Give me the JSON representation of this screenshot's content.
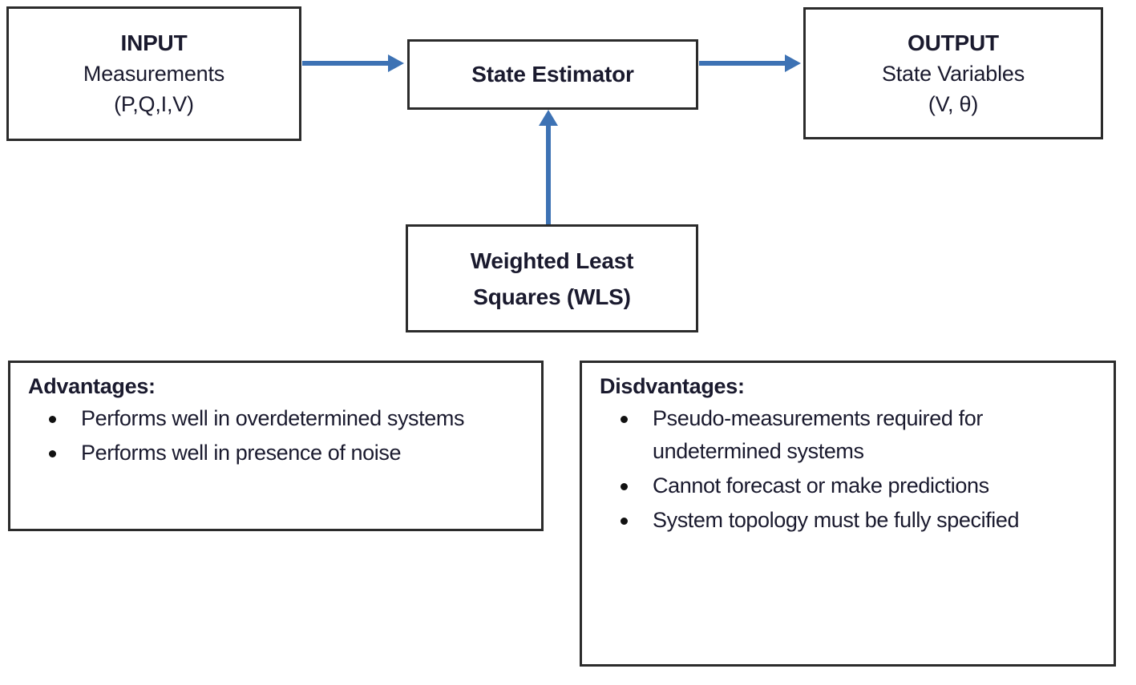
{
  "diagram": {
    "title": "Weighted Least Squares State Estimator block diagram",
    "accent_color": "#3d72b4",
    "border_color": "#2b2b2b",
    "text_color": "#1a1a2e",
    "background_color": "#ffffff"
  },
  "nodes": {
    "input": {
      "heading": "INPUT",
      "line2": "Measurements",
      "line3": "(P,Q,I,V)"
    },
    "estimator": {
      "label": "State Estimator"
    },
    "output": {
      "heading": "OUTPUT",
      "line2": "State Variables",
      "line3": "(V, θ)"
    },
    "wls": {
      "line1": "Weighted Least",
      "line2": "Squares (WLS)"
    }
  },
  "arrows": [
    {
      "name": "input-to-estimator",
      "direction": "right"
    },
    {
      "name": "estimator-to-output",
      "direction": "right"
    },
    {
      "name": "wls-to-estimator",
      "direction": "up"
    }
  ],
  "advantages": {
    "heading": "Advantages:",
    "items": [
      "Performs well in overdetermined systems",
      "Performs well in presence of noise"
    ]
  },
  "disadvantages": {
    "heading": "Disdvantages:",
    "items": [
      "Pseudo-measurements required for undetermined systems",
      "Cannot forecast or make predictions",
      "System topology must be fully specified"
    ]
  }
}
